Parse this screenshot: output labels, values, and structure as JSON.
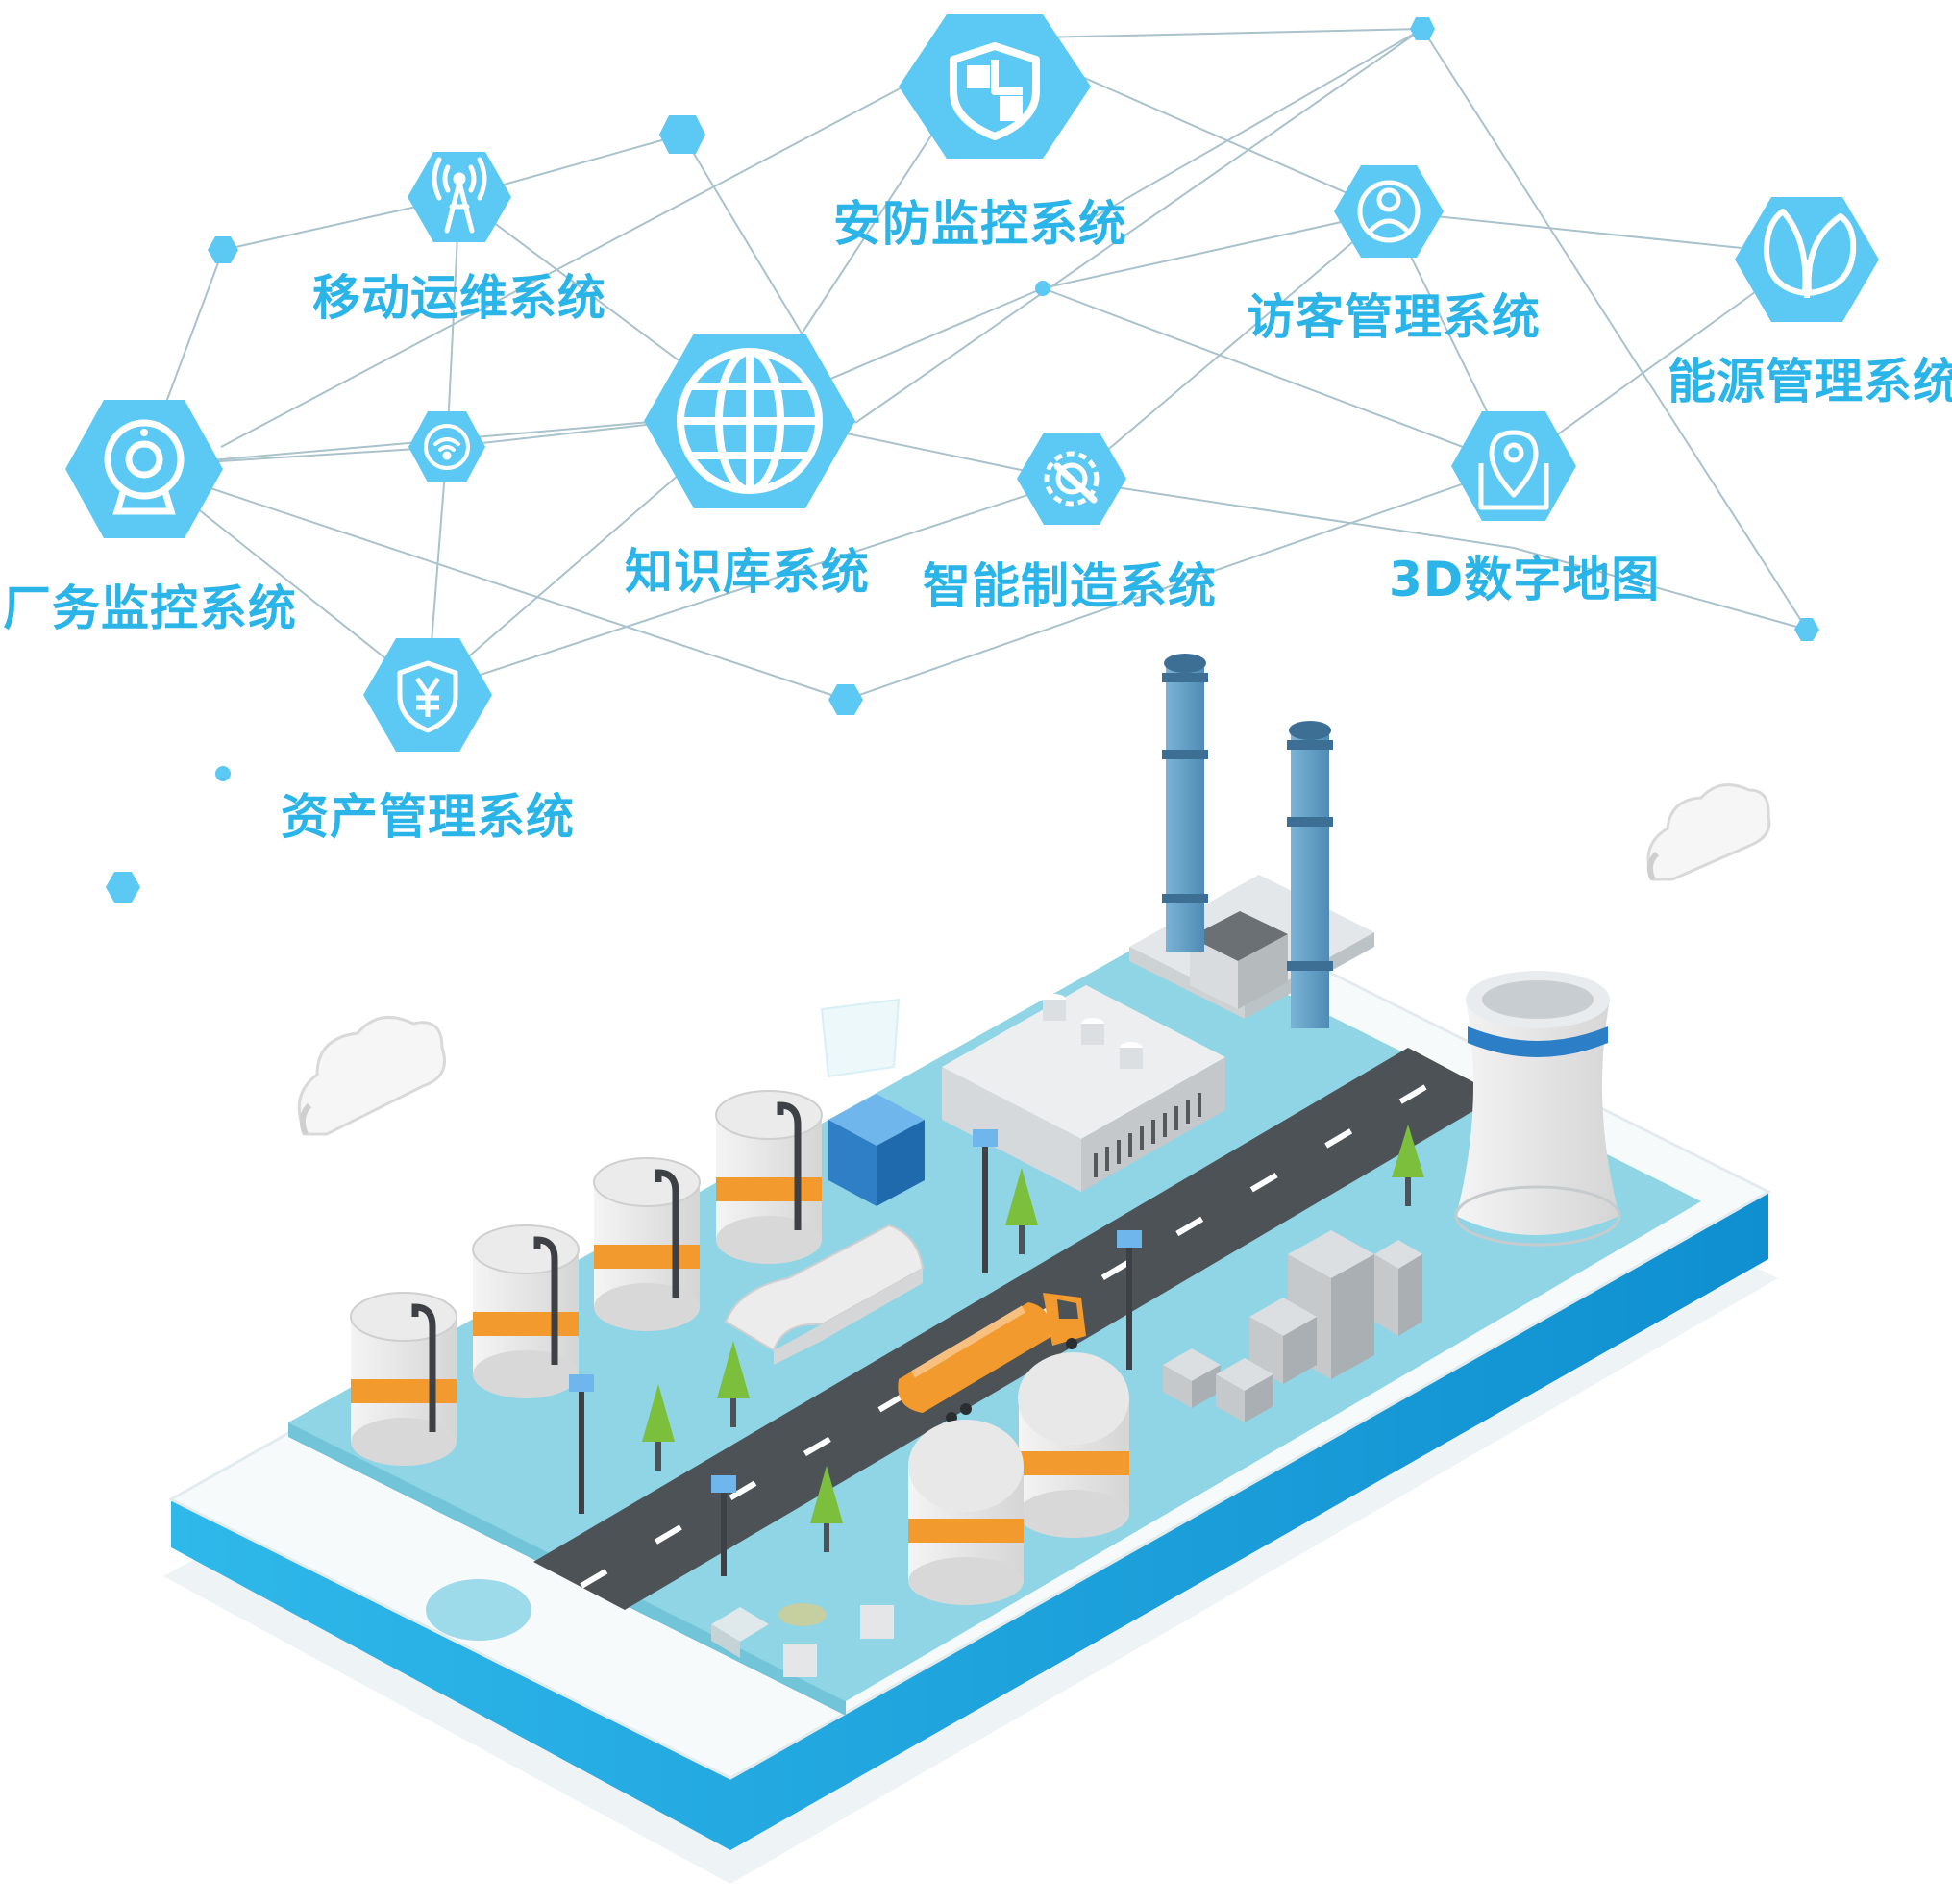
{
  "colors": {
    "accent": "#5cc9f5",
    "accent_dark": "#2bb4e8",
    "line": "#a9c2cc",
    "board": "#8fd5e6",
    "road": "#4d5257",
    "tank_band": "#f29a2e",
    "tree": "#7cbf3c",
    "phone_edge": "#19a6e0"
  },
  "systems": [
    {
      "id": "security",
      "label": "安防监控系统",
      "icon": "shield-icon"
    },
    {
      "id": "mobile",
      "label": "移动运维系统",
      "icon": "antenna-tower-icon"
    },
    {
      "id": "visitor",
      "label": "访客管理系统",
      "icon": "user-icon"
    },
    {
      "id": "energy",
      "label": "能源管理系统",
      "icon": "leaf-icon"
    },
    {
      "id": "knowledge",
      "label": "知识库系统",
      "icon": "globe-icon"
    },
    {
      "id": "factory",
      "label": "厂务监控系统",
      "icon": "webcam-icon"
    },
    {
      "id": "manufacturing",
      "label": "智能制造系统",
      "icon": "gear-wrench-icon"
    },
    {
      "id": "map3d",
      "label": "3D数字地图",
      "icon": "map-pin-icon"
    },
    {
      "id": "asset",
      "label": "资产管理系统",
      "icon": "yuan-shield-icon"
    }
  ],
  "extra_icons": {
    "wifi": "wifi-icon"
  }
}
